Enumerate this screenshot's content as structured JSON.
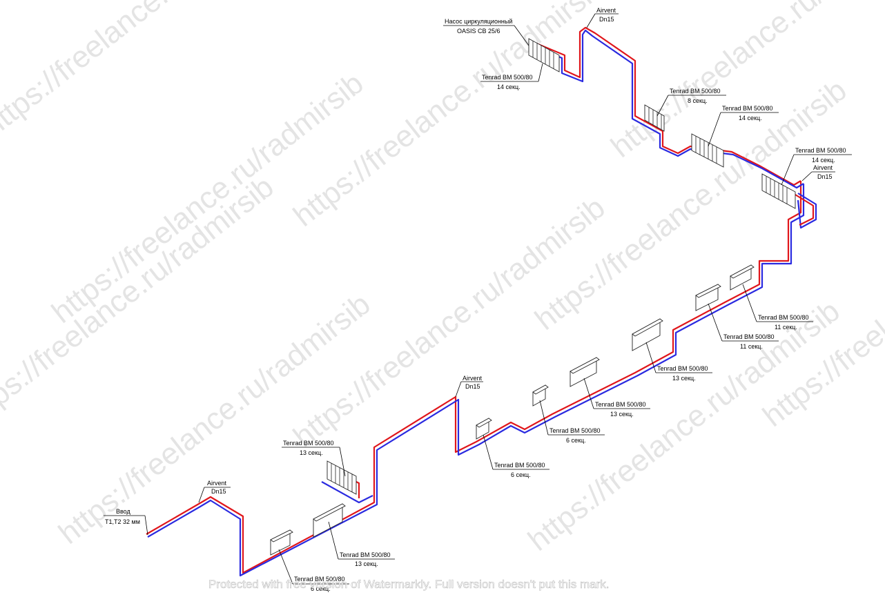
{
  "labels": {
    "pump_name": "Насос циркуляционный",
    "pump_model": "OASIS CB 25/6",
    "radiator_model": "Tenrad BM 500/80",
    "airvent": "Airvent",
    "dn": "Dn15",
    "inlet": "Ввод",
    "inlet_pipe": "T1,T2 32 мм",
    "sec14": "14 секц.",
    "sec13": "13 секц.",
    "sec11": "11 секц.",
    "sec8": "8 секц.",
    "sec6": "6 секц."
  },
  "watermark": {
    "text": "https://freelance.ru/radmirsib",
    "banner": "Protected with free version of Watermarkly. Full version doesn't put this mark."
  },
  "colors": {
    "supply": "#e0161b",
    "return": "#2a2ae0",
    "watermark": "#cfcfcf"
  }
}
